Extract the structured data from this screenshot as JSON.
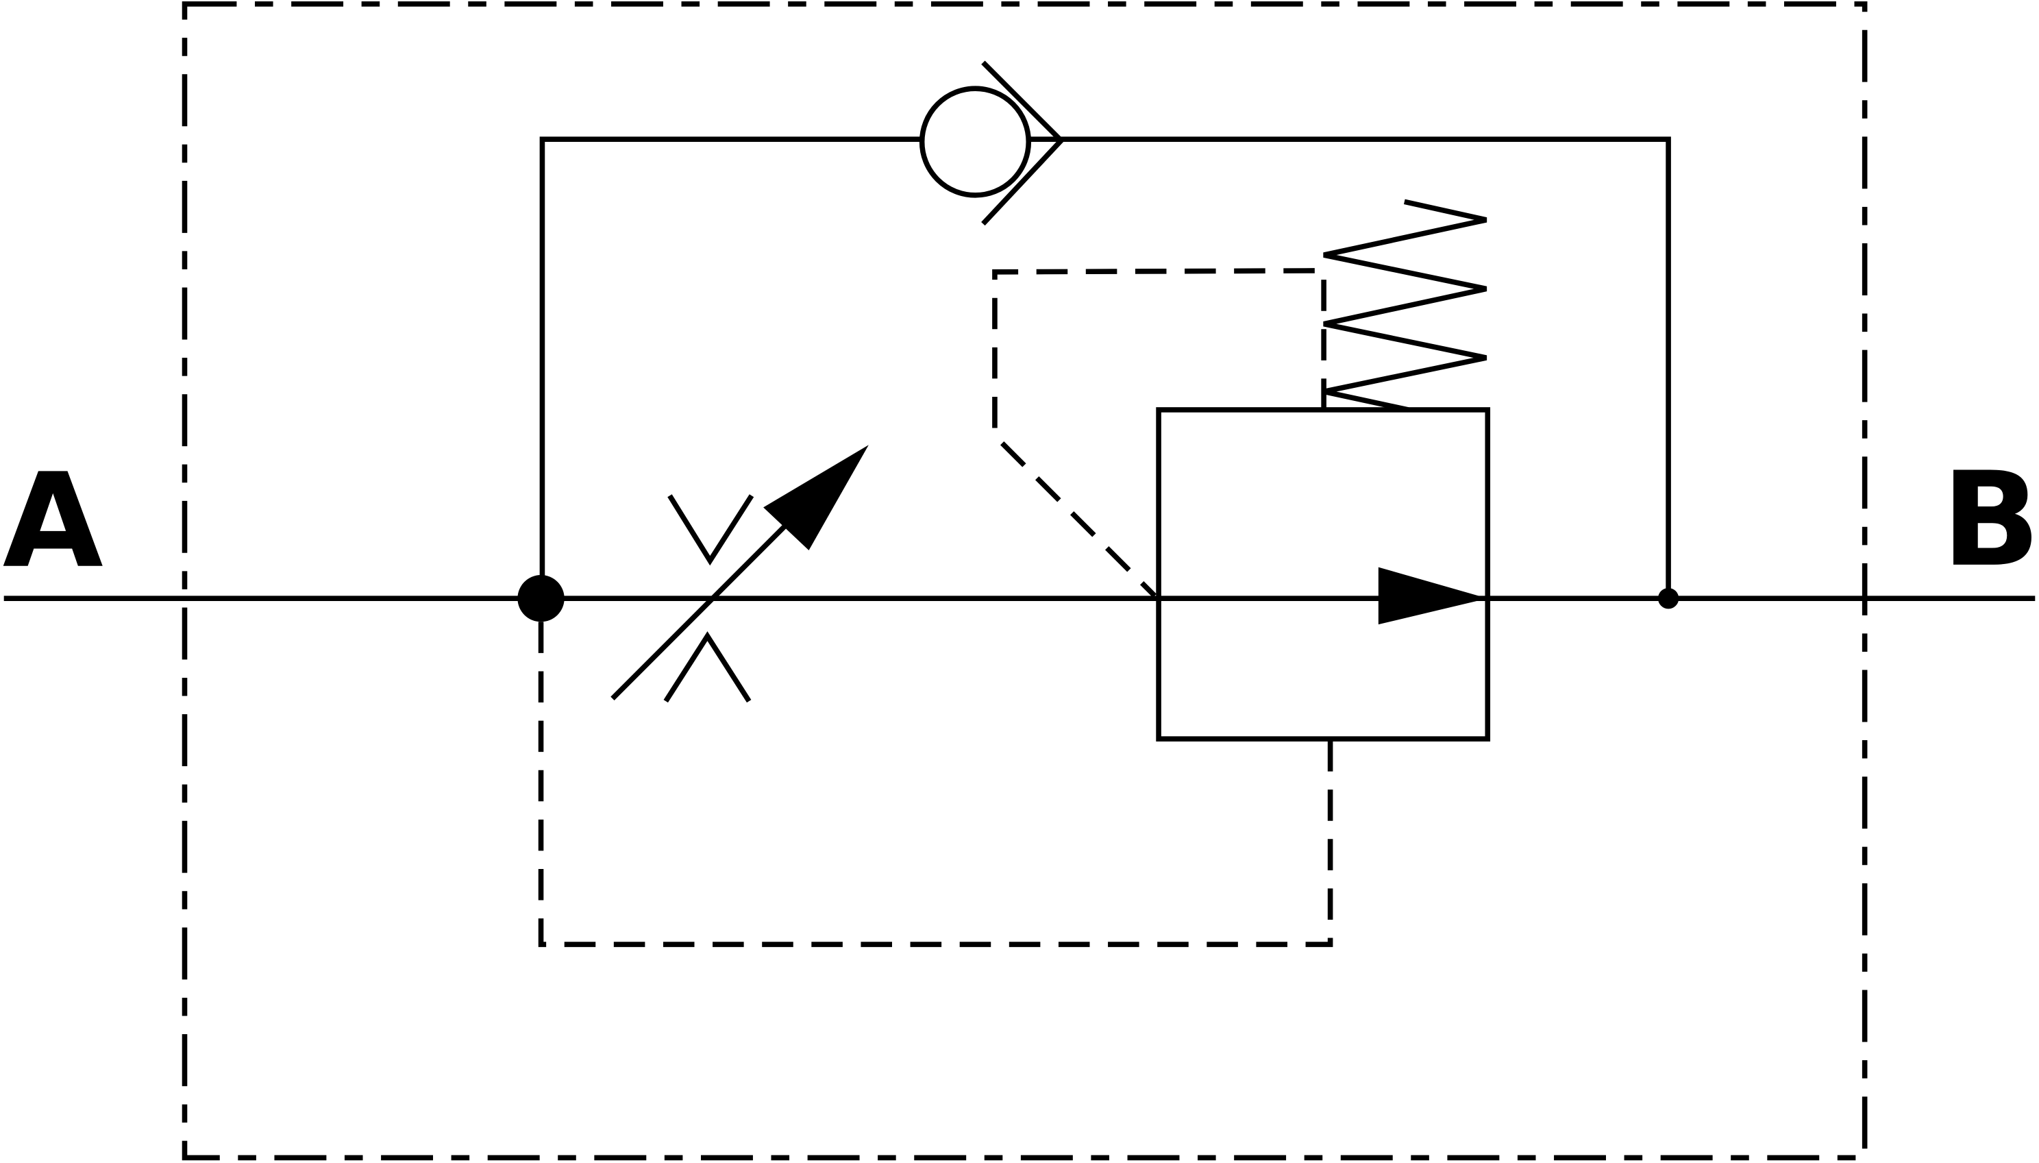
{
  "diagram": {
    "type": "hydraulic-schematic",
    "ports": {
      "a_label": "A",
      "b_label": "B"
    },
    "components": [
      "adjustable-throttle",
      "check-valve-bypass",
      "pressure-compensator-valve",
      "spring",
      "pilot-lines",
      "enclosure"
    ],
    "line_color": "#000000",
    "background": "#ffffff"
  }
}
